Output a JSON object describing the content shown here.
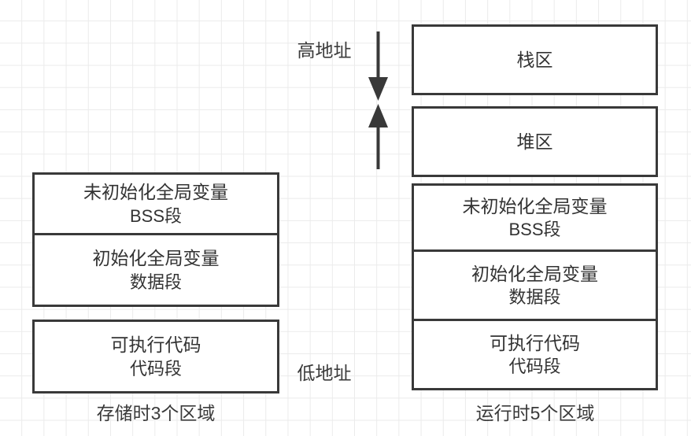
{
  "diagram": {
    "title_not_shown": "",
    "stroke_color": "#393939",
    "grid_color": "#ebebeb",
    "text_color": "#333333",
    "background": "#ffffff",
    "address_labels": {
      "high": "高地址",
      "low": "低地址"
    },
    "arrows": [
      {
        "name": "downward-address-arrow",
        "direction": "down"
      },
      {
        "name": "upward-address-arrow",
        "direction": "up"
      }
    ],
    "left_column": {
      "caption": "存储时3个区域",
      "boxes": [
        {
          "name": "bss-segment",
          "line1": "未初始化全局变量",
          "line2": "BSS段"
        },
        {
          "name": "data-segment",
          "line1": "初始化全局变量",
          "line2": "数据段"
        },
        {
          "name": "text-segment",
          "line1": "可执行代码",
          "line2": "代码段"
        }
      ]
    },
    "right_column": {
      "caption": "运行时5个区域",
      "boxes": [
        {
          "name": "stack-region",
          "line1": "栈区",
          "line2": ""
        },
        {
          "name": "heap-region",
          "line1": "堆区",
          "line2": ""
        },
        {
          "name": "bss-segment",
          "line1": "未初始化全局变量",
          "line2": "BSS段"
        },
        {
          "name": "data-segment",
          "line1": "初始化全局变量",
          "line2": "数据段"
        },
        {
          "name": "text-segment",
          "line1": "可执行代码",
          "line2": "代码段"
        }
      ]
    }
  }
}
